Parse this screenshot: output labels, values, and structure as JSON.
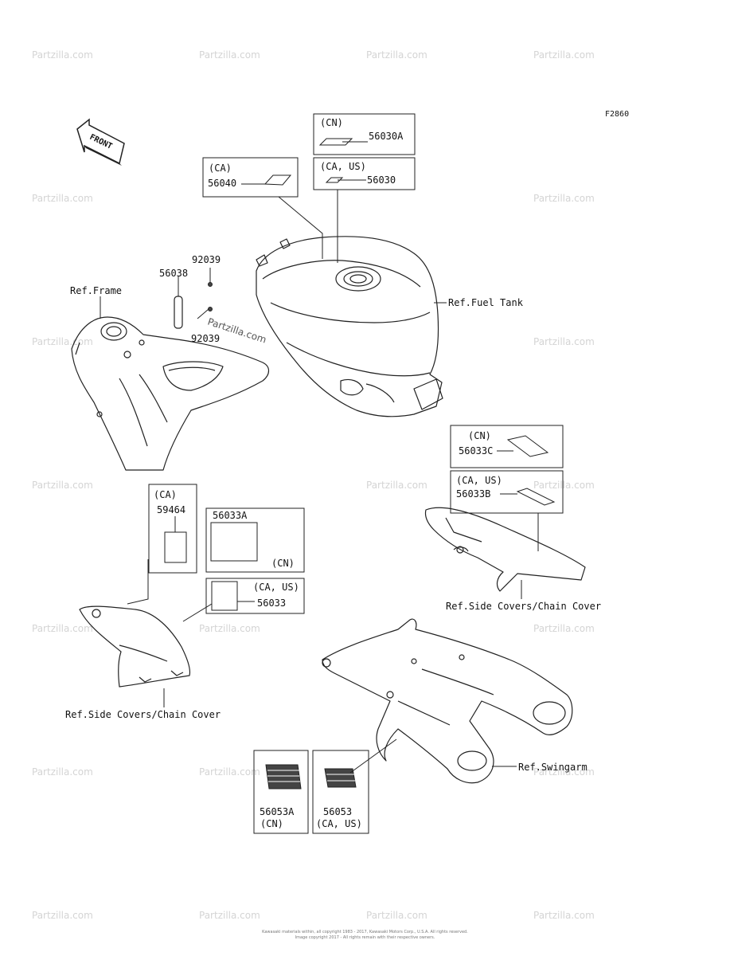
{
  "figure_code": "F2860",
  "front_arrow_label": "FRONT",
  "watermark": "Partzilla.com",
  "inline_watermark": "Partzilla.com",
  "callouts": {
    "box_56030A": {
      "region": "(CN)",
      "part": "56030A"
    },
    "box_56030": {
      "region": "(CA, US)",
      "part": "56030"
    },
    "box_56040": {
      "region": "(CA)",
      "part": "56040"
    },
    "box_56033C": {
      "region": "(CN)",
      "part": "56033C"
    },
    "box_56033B": {
      "region": "(CA, US)",
      "part": "56033B"
    },
    "box_59464": {
      "region": "(CA)",
      "part": "59464"
    },
    "box_56033A": {
      "region": "(CN)",
      "part": "56033A"
    },
    "box_56033": {
      "region": "(CA, US)",
      "part": "56033"
    },
    "box_56053A": {
      "region": "(CN)",
      "part": "56053A"
    },
    "box_56053": {
      "region": "(CA, US)",
      "part": "56053"
    }
  },
  "parts": {
    "p92039_top": "92039",
    "p56038": "56038",
    "p92039_bottom": "92039"
  },
  "references": {
    "frame": "Ref.Frame",
    "fuel_tank": "Ref.Fuel Tank",
    "side_covers_right": "Ref.Side Covers/Chain Cover",
    "side_covers_left": "Ref.Side Covers/Chain Cover",
    "swingarm": "Ref.Swingarm"
  },
  "footer": {
    "line1": "Kawasaki materials within, all copyright 1983 - 2017, Kawasaki Motors Corp., U.S.A. All rights reserved.",
    "line2": "Image copyright 2017 - All rights remain with their respective owners."
  }
}
